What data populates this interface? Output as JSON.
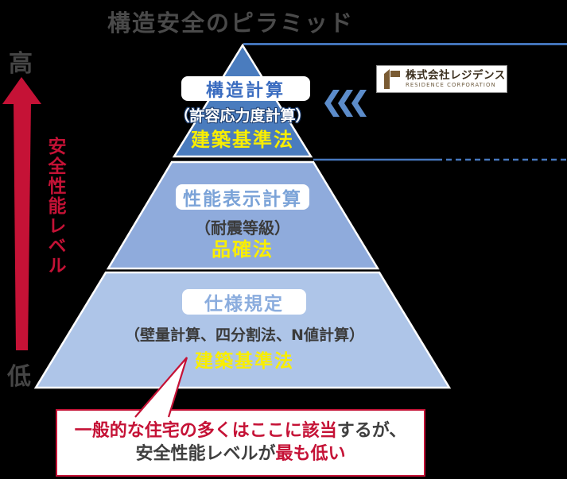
{
  "title": "構造安全のピラミッド",
  "axis": {
    "high": "高",
    "low": "低",
    "label": "安全性能レベル"
  },
  "pyramid": {
    "tiers": [
      {
        "name": "構造計算",
        "detail": "（許容応力度計算）",
        "law": "建築基準法"
      },
      {
        "name": "性能表示計算",
        "detail": "（耐震等級）",
        "law": "品確法"
      },
      {
        "name": "仕様規定",
        "detail": "（壁量計算、四分割法、N値計算）",
        "law": "建築基準法"
      }
    ]
  },
  "logo": {
    "company": "株式会社レジデンス",
    "subtitle": "RESIDENCE CORPORATION"
  },
  "callout": {
    "line1_highlight": "一般的な住宅の多くはここに該当",
    "line1_rest": "するが、",
    "line2_start": "安全性能レベルが",
    "line2_highlight": "最も低い"
  },
  "icons": {
    "up_arrow": "red-up-arrow",
    "chevrons": "triple-left-chevron-icon",
    "logo_mark": "residence-r-logo"
  },
  "colors": {
    "tier_top": "#4a7cbe",
    "tier_mid": "#8fabdc",
    "tier_bottom": "#aec5e8",
    "accent_red": "#c51236",
    "law_yellow": "#f9ee00",
    "line_blue": "#4273b8",
    "background": "#000000"
  }
}
